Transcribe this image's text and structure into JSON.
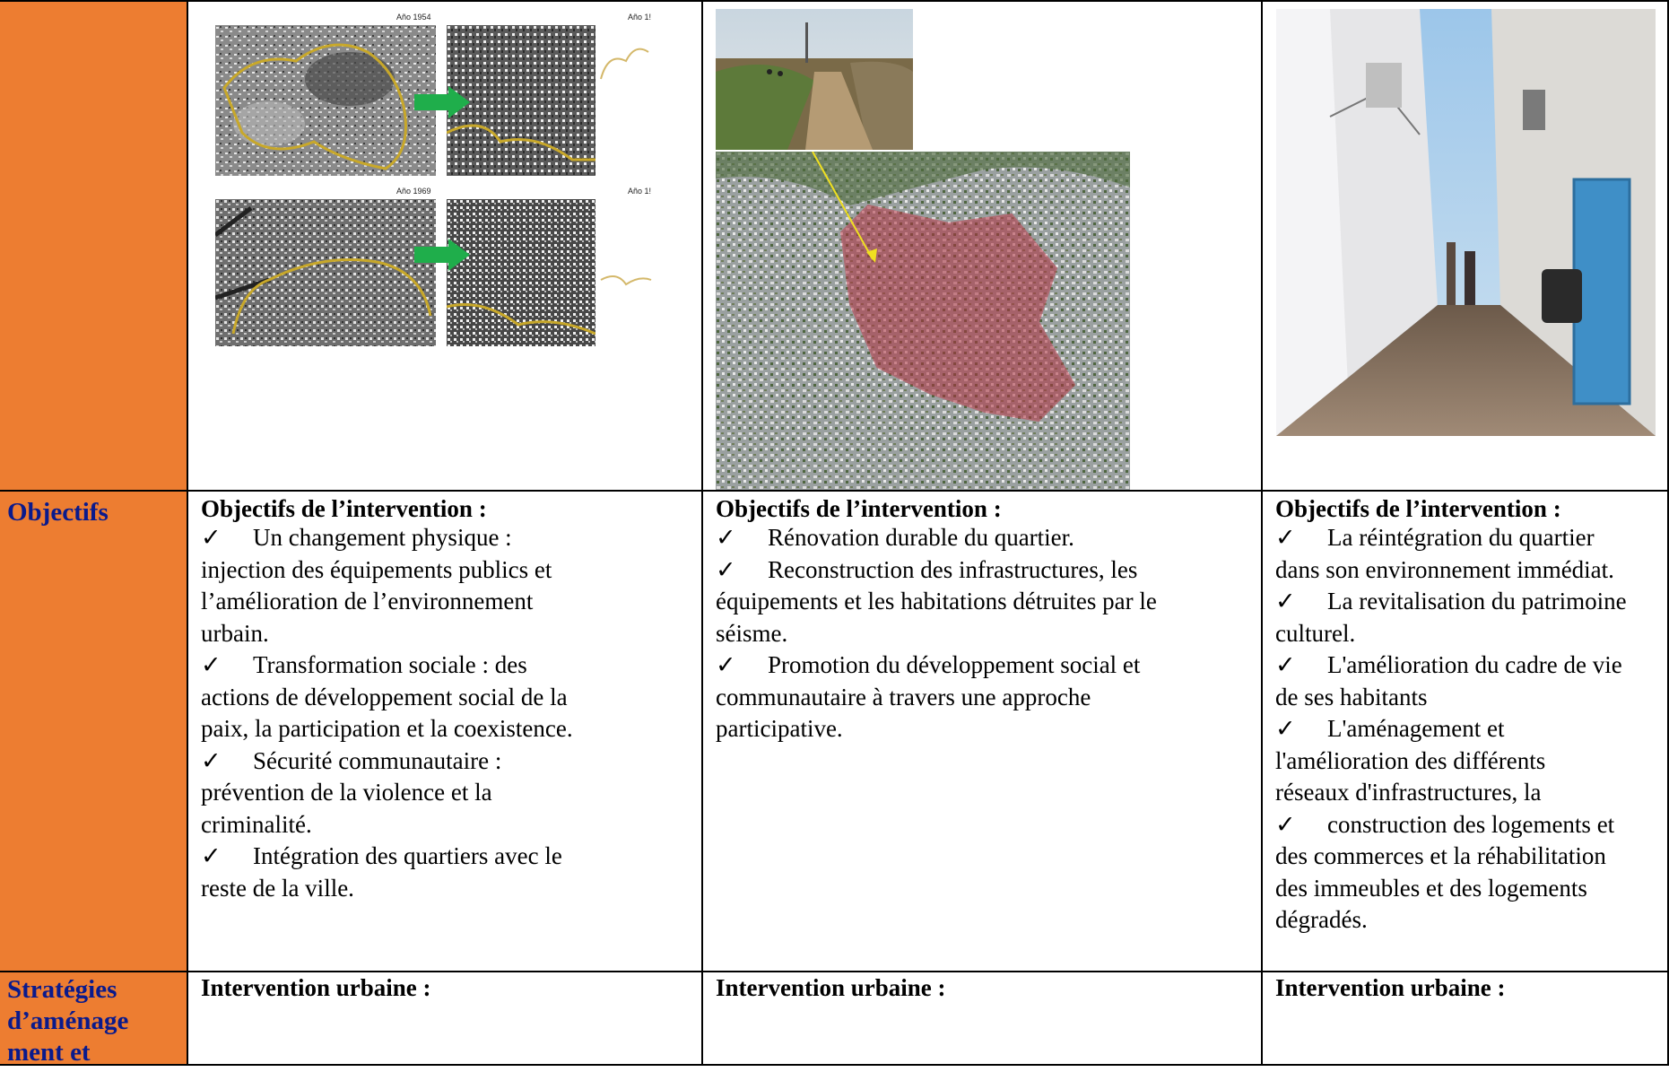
{
  "rows": {
    "objectifs_label": "Objectifs",
    "strategies_label_lines": [
      "Stratégies",
      "d’aménage",
      "ment et"
    ]
  },
  "columns": [
    {
      "objectives_heading": "Objectifs de l’intervention :",
      "objectives": [
        [
          "Un changement physique :",
          "injection des équipements publics et",
          "l’amélioration de l’environnement",
          "urbain."
        ],
        [
          "Transformation sociale : des",
          "actions de développement social de la",
          "paix, la participation et la coexistence."
        ],
        [
          "Sécurité communautaire :",
          "prévention de la violence et la",
          "criminalité."
        ],
        [
          "Intégration des quartiers avec le",
          "reste de la ville."
        ]
      ],
      "intervention_heading": "Intervention urbaine :",
      "image_labels": [
        "Año 1954",
        "Año 1!",
        "Año 1969",
        "Año 1!"
      ]
    },
    {
      "objectives_heading": "Objectifs de l’intervention :",
      "objectives": [
        [
          "Rénovation durable du quartier."
        ],
        [
          "Reconstruction des infrastructures, les",
          "équipements et les habitations détruites par le",
          "séisme."
        ],
        [
          "Promotion du développement social et",
          "communautaire à travers une approche",
          "participative."
        ]
      ],
      "intervention_heading": "Intervention urbaine :"
    },
    {
      "objectives_heading": "Objectifs de l’intervention :",
      "objectives": [
        [
          "La réintégration du quartier",
          "dans son environnement immédiat."
        ],
        [
          "La revitalisation du patrimoine",
          "culturel."
        ],
        [
          "L'amélioration du cadre de vie",
          "de ses habitants"
        ],
        [
          "L'aménagement et",
          "l'amélioration des différents",
          "réseaux d'infrastructures, la"
        ],
        [
          "construction des logements et",
          "des commerces et la réhabilitation",
          "des immeubles et des logements",
          "dégradés."
        ]
      ],
      "intervention_heading": "Intervention urbaine :"
    }
  ],
  "check_glyph": "✓",
  "colors": {
    "label_fill": "#ed7d31",
    "label_text": "#0a1a8c",
    "arrow_green": "#1fae4b",
    "overlay_red": "#b0303f",
    "door_blue": "#3f8fc7"
  }
}
